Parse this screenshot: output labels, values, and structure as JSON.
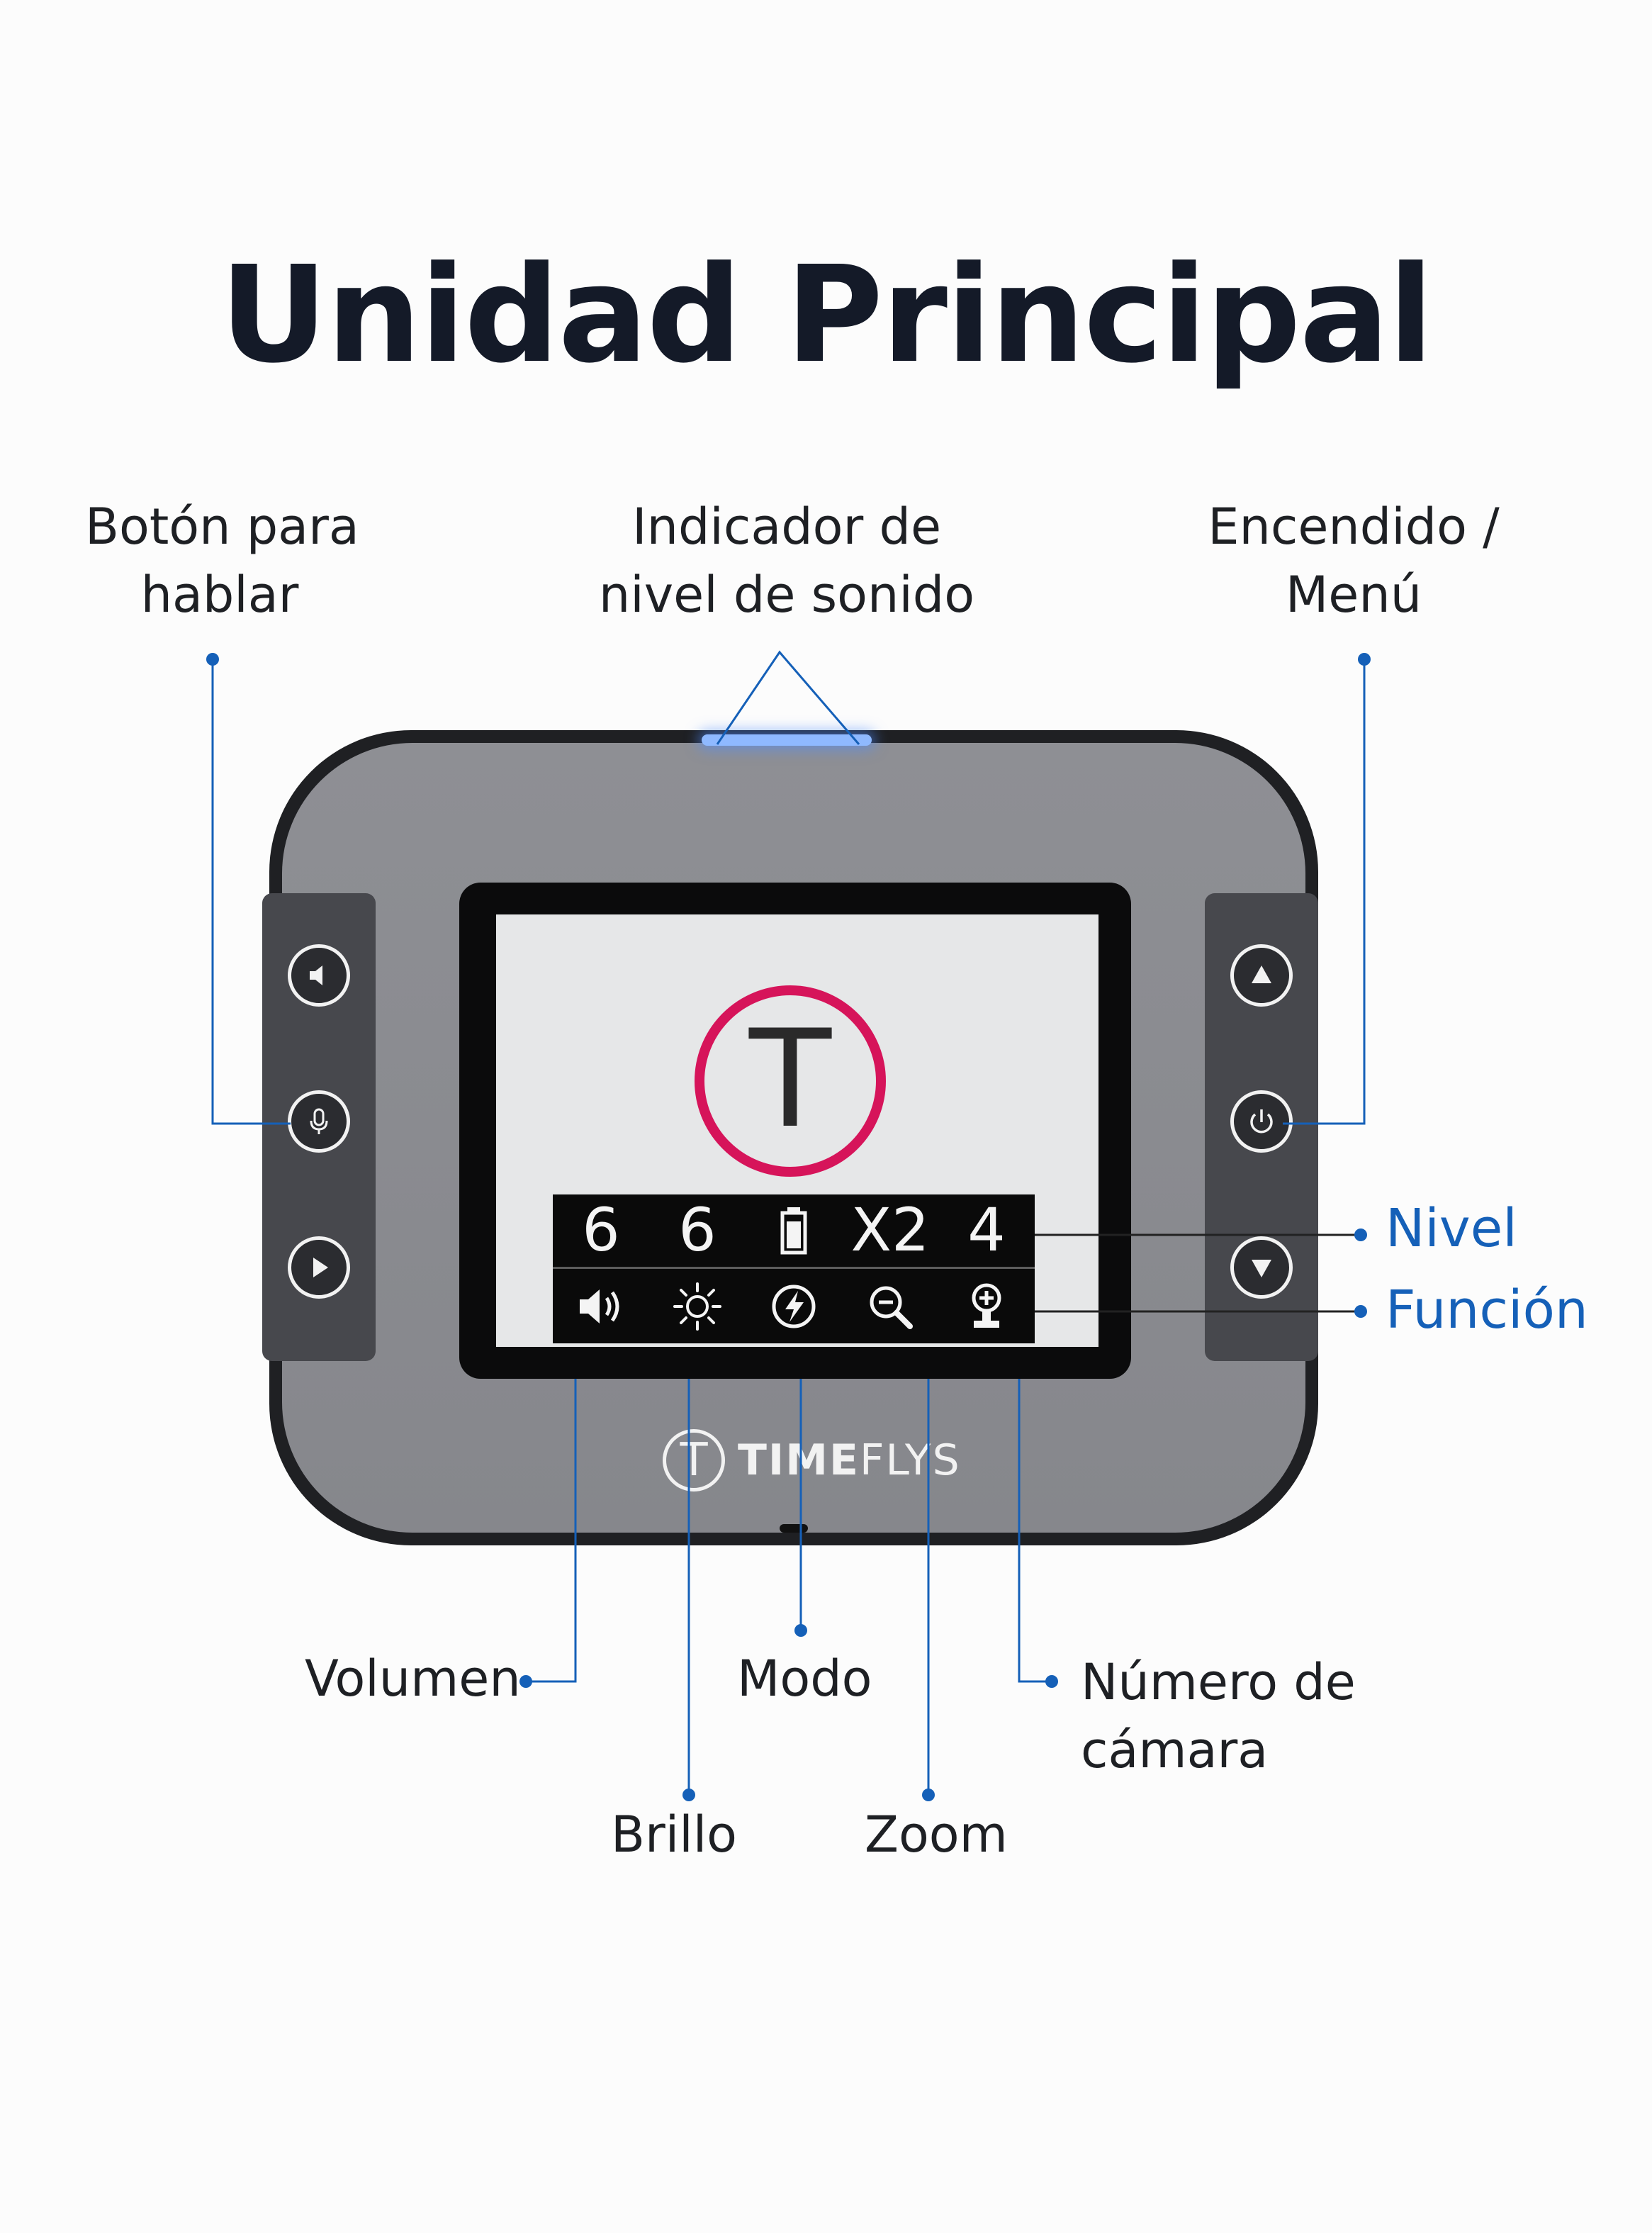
{
  "title": "Unidad Principal",
  "colors": {
    "accent_blue": "#1560b8",
    "logo_ring": "#d6145a",
    "device_body": "#88898e",
    "screen_bg": "#e6e7e8"
  },
  "labels": {
    "talk_button": [
      "Botón para",
      "hablar"
    ],
    "sound_indicator": [
      "Indicador de",
      "nivel de sonido"
    ],
    "power_menu": [
      "Encendido /",
      "Menú"
    ],
    "level": "Nivel",
    "function": "Función",
    "volume": "Volumen",
    "mode": "Modo",
    "camera_number": [
      "Número de",
      "cámara"
    ],
    "brightness": "Brillo",
    "zoom": "Zoom"
  },
  "left_buttons": [
    "speaker-icon",
    "microphone-icon",
    "play-icon"
  ],
  "right_buttons": [
    "arrow-up-icon",
    "power-icon",
    "arrow-down-icon"
  ],
  "screen": {
    "logo_letter": "T",
    "levels": {
      "volume": "6",
      "brightness": "6",
      "mode_icon": "battery-icon",
      "zoom": "X2",
      "camera": "4"
    },
    "function_icons": [
      "speaker-volume-icon",
      "sun-brightness-icon",
      "lightning-mode-icon",
      "zoom-out-icon",
      "camera-plus-icon"
    ]
  },
  "brand": {
    "mark": "T",
    "text_bold": "TIME",
    "text_light": "FLYS"
  }
}
